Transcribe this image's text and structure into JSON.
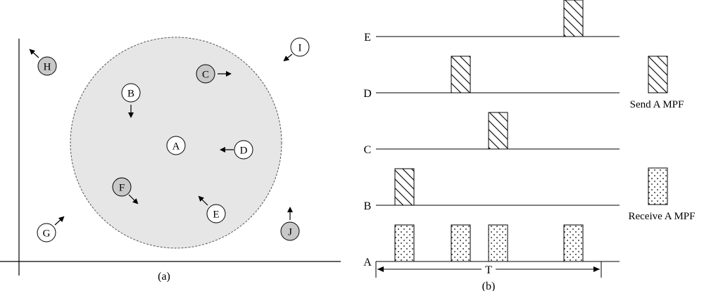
{
  "panel_a": {
    "caption": "(a)",
    "nodes": [
      {
        "id": "A",
        "shaded": false
      },
      {
        "id": "B",
        "shaded": false
      },
      {
        "id": "C",
        "shaded": true
      },
      {
        "id": "D",
        "shaded": false
      },
      {
        "id": "E",
        "shaded": false
      },
      {
        "id": "F",
        "shaded": true
      },
      {
        "id": "G",
        "shaded": false
      },
      {
        "id": "H",
        "shaded": true
      },
      {
        "id": "I",
        "shaded": false
      },
      {
        "id": "J",
        "shaded": true
      }
    ]
  },
  "panel_b": {
    "caption": "(b)",
    "rows": [
      "A",
      "B",
      "C",
      "D",
      "E"
    ],
    "period_label": "T",
    "legend": {
      "send": "Send A MPF",
      "receive": "Receive A MPF"
    }
  },
  "colors": {
    "circle_fill": "#e6e6e6",
    "shaded_node": "#c8c8c8",
    "line": "#000000"
  }
}
